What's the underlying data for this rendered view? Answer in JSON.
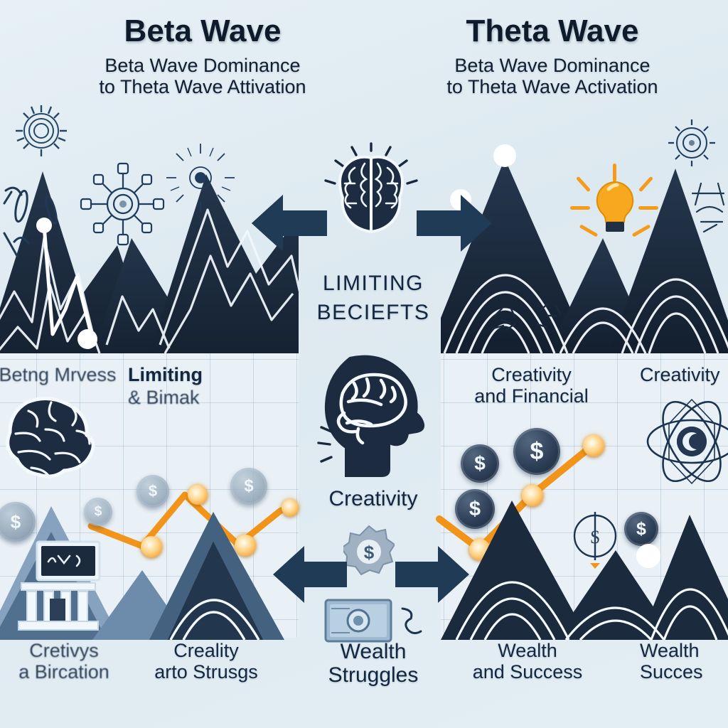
{
  "background_color": "#dfeaf1",
  "accent_orange": "#f2941a",
  "dark_navy": "#1d2c40",
  "headings": {
    "left": {
      "title": "Beta Wave",
      "subtitle_line1": "Beta Wave Dominance",
      "subtitle_line2": "to Theta Wave Attivation"
    },
    "right": {
      "title": "Theta Wave",
      "subtitle_line1": "Beta Wave Dominance",
      "subtitle_line2": "to Theta Wave Activation"
    }
  },
  "center": {
    "top_icon": "brain-icon",
    "top_caption_line1": "LIMITING",
    "top_caption_line2": "BECIEFTS",
    "mid_icon": "head-profile-brain-icon",
    "mid_caption": "Creativity",
    "coin_icon": "dollar-coin-icon",
    "banknote_icon": "banknote-icon",
    "bottom_caption_line1": "Wealth",
    "bottom_caption_line2": "Struggles",
    "arrow_left_icon": "arrow-left-icon",
    "arrow_right_icon": "arrow-right-icon"
  },
  "panels": {
    "mid_left": {
      "label_a": "Betng Mrvess",
      "label_b_line1": "Limiting",
      "label_b_line2": "& Bimak",
      "brain_icon": "brain-side-icon"
    },
    "mid_right": {
      "label_a_line1": "Creativity",
      "label_a_line2": "and Financial",
      "label_b": "Creativity",
      "atom_icon": "atom-icon",
      "dollar_icon": "dollar-coin-icon"
    },
    "bottom_left": {
      "label_a_line1": "Cretivys",
      "label_a_line2": "a Bircation",
      "label_b_line1": "Creality",
      "label_b_line2": "arto Strusgs",
      "bank_icon": "bank-building-icon"
    },
    "bottom_right": {
      "label_a_line1": "Wealth",
      "label_a_line2": "and Success",
      "label_b_line1": "Wealth",
      "label_b_line2": "Succes"
    }
  },
  "icons": {
    "lightbulb": "lightbulb-icon",
    "network_node": "network-node-icon",
    "sunburst": "sunburst-doodle-icon",
    "target_dollar": "dollar-target-icon"
  },
  "chart_data": [
    {
      "type": "line",
      "name": "beta-wave-line-chart",
      "x": [
        0,
        1,
        2,
        3,
        4,
        5
      ],
      "values": [
        62,
        30,
        78,
        30,
        62,
        62
      ],
      "color": "#f2941a",
      "markers": true,
      "grid": true,
      "title": "",
      "xlabel": "",
      "ylabel": "",
      "ylim": [
        0,
        100
      ]
    },
    {
      "type": "line",
      "name": "theta-wave-line-chart",
      "x": [
        0,
        1,
        2,
        3
      ],
      "values": [
        58,
        18,
        52,
        86
      ],
      "color": "#f2941a",
      "markers": true,
      "grid": true,
      "title": "",
      "xlabel": "",
      "ylabel": "",
      "ylim": [
        0,
        100
      ]
    },
    {
      "type": "area",
      "name": "beta-wave-peaks-left",
      "description": "jagged sharp peaks with zig-zag white contour lines",
      "x": [
        0,
        60,
        130,
        200,
        270,
        340,
        400
      ],
      "values": [
        10,
        95,
        25,
        70,
        20,
        100,
        15
      ],
      "color": "#1d2c40",
      "grid": false
    },
    {
      "type": "area",
      "name": "theta-wave-peaks-right",
      "description": "smooth rounded peaks with flowing white contour lines",
      "x": [
        0,
        80,
        160,
        240,
        320,
        404
      ],
      "values": [
        5,
        98,
        35,
        55,
        95,
        10
      ],
      "color": "#1d2c40",
      "grid": false
    }
  ]
}
